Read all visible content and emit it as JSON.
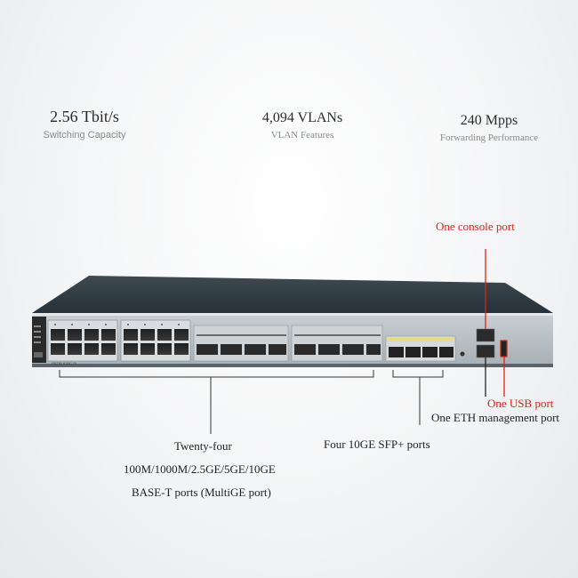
{
  "stats": [
    {
      "value": "2.56 Tbit/s",
      "label": "Switching Capacity"
    },
    {
      "value": "4,094 VLANs",
      "label": "VLAN Features"
    },
    {
      "value": "240 Mpps",
      "label": "Forwarding Performance"
    }
  ],
  "callouts": {
    "console_port": "One console port",
    "usb_port": "One USB port",
    "eth_mgmt_port": "One ETH management port",
    "sfp_ports": "Four 10GE SFP+ ports",
    "base_t_line1": "Twenty-four",
    "base_t_line2": "100M/1000M/2.5GE/5GE/10GE",
    "base_t_line3": "BASE-T ports (MultiGE port)"
  },
  "device": {
    "model_label": "S5735-S32C-SI"
  },
  "colors": {
    "accent_red": "#e0201b",
    "chassis_top": "#2f3a40",
    "front_panel": "#b9c1c6"
  }
}
